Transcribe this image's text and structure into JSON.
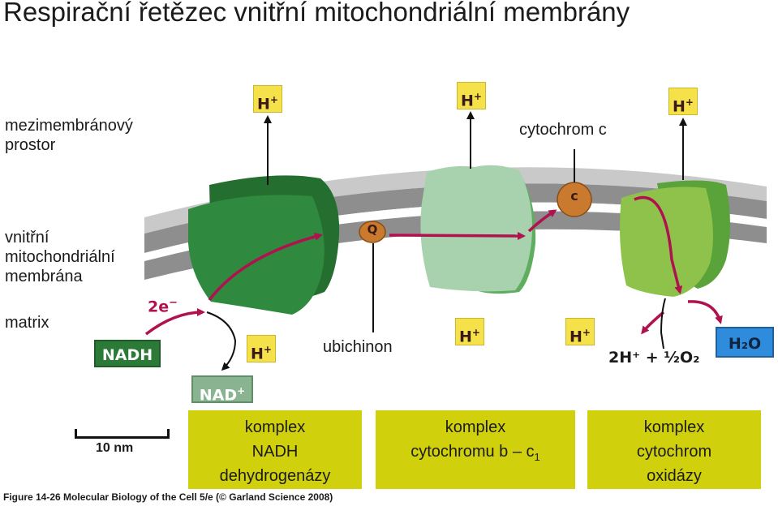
{
  "title": "Respirační řetězec vnitřní mitochondriální membrány",
  "labels": {
    "intermembrane_1": "mezimembránový",
    "intermembrane_2": "prostor",
    "inner_membrane_1": "vnitřní",
    "inner_membrane_2": "mitochondriální",
    "inner_membrane_3": "membrána",
    "matrix": "matrix",
    "cytochrome_c": "cytochrom c",
    "ubiquinone": "ubichinon"
  },
  "molecules": {
    "h_plus": "H",
    "plus": "+",
    "nadh": "NADH",
    "nad_plus": "NAD",
    "two_e": "2e",
    "minus": "−",
    "q": "Q",
    "c": "c",
    "h2o": "H₂O",
    "reaction": "2H⁺ + ½O₂"
  },
  "scale_bar": "10 nm",
  "complex_boxes": {
    "nadh_dehydrogenase": [
      "komplex",
      "NADH",
      "dehydrogenázy"
    ],
    "cytochrome_bc1": [
      "komplex",
      "cytochromu b – c",
      "1"
    ],
    "cytochrome_oxidase": [
      "komplex",
      "cytochrom",
      "oxidázy"
    ]
  },
  "caption": "Figure 14-26 Molecular Biology of the Cell 5/e (© Garland Science 2008)",
  "colors": {
    "complex1": "#2f8a3f",
    "complex3": "#a8d1ad",
    "complex4": "#8fc24a",
    "membrane": "#9e9e9e",
    "arrow": "#b0124f",
    "box": "#d0d00c",
    "h_box": "#f5e14a"
  }
}
